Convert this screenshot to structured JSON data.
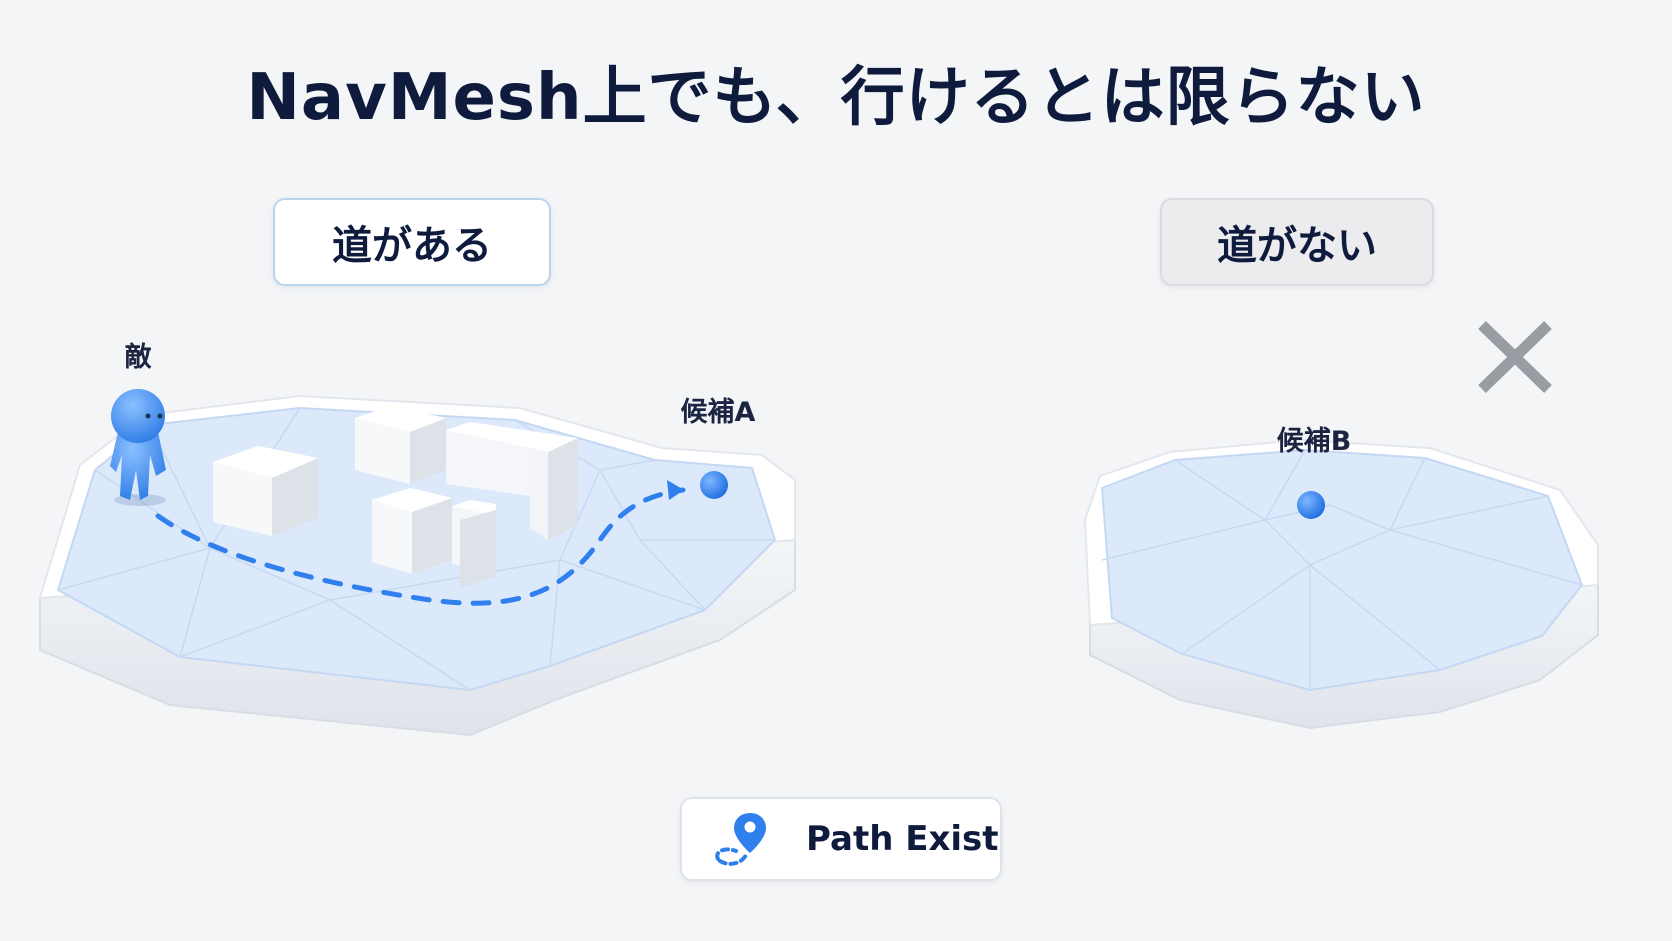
{
  "title": "NavMesh上でも、行けるとは限らない",
  "left_panel": {
    "label": "道がある"
  },
  "right_panel": {
    "label": "道がない"
  },
  "labels": {
    "enemy": "敵",
    "candidate_a": "候補A",
    "candidate_b": "候補B"
  },
  "badge": {
    "text": "Path Exist",
    "icon": "map-pin-path-icon"
  },
  "icons": {
    "no_path": "close-x-icon",
    "enemy": "enemy-figure-icon"
  },
  "colors": {
    "accent": "#2f80ed",
    "mesh": "#dbe9fb",
    "platform": "#ffffff",
    "cross": "#9a9ca3",
    "text": "#0f1b3d"
  }
}
